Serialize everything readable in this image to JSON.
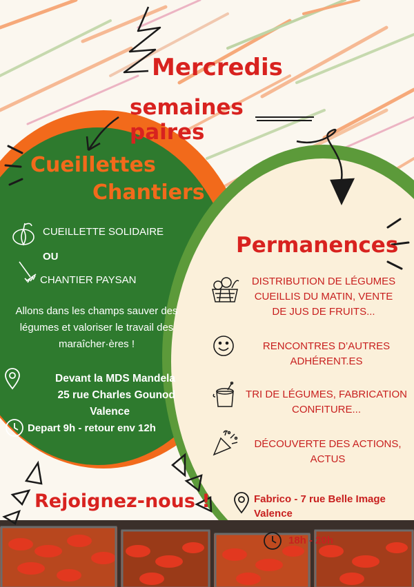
{
  "colors": {
    "accent_red": "#d8221f",
    "orange": "#f26a1b",
    "green_dark": "#2e7a2e",
    "green_light": "#5c9a3a",
    "cream": "#fbf0da"
  },
  "header": {
    "line1": "Mercredis",
    "line2": "semaines paires"
  },
  "left": {
    "title_line1": "Cueillettes",
    "title_line2": "Chantiers",
    "option1": "CUEILLETTE SOLIDAIRE",
    "or": "OU",
    "option2": "CHANTIER PAYSAN",
    "description": "Allons dans les champs sauver des légumes et valoriser le travail des maraîcher·ères !",
    "address_line1": "Devant la MDS Mandela",
    "address_line2": "25 rue Charles Gounod",
    "address_line3": "Valence",
    "time": "Depart 9h - retour  env 12h"
  },
  "right": {
    "title": "Permanences",
    "item1": "DISTRIBUTION DE LÉGUMES CUEILLIS DU MATIN, VENTE DE JUS DE FRUITS...",
    "item2": "RENCONTRES D’AUTRES ADHÉRENT.ES",
    "item3": "TRI DE LÉGUMES, FABRICATION CONFITURE...",
    "item4": "DÉCOUVERTE DES ACTIONS, ACTUS",
    "address_line1": "Fabrico - 7 rue Belle Image",
    "address_line2": "Valence",
    "time": "18h - 20h"
  },
  "footer": {
    "cta": "Rejoignez-nous !"
  },
  "icons": [
    "pumpkin-icon",
    "rake-icon",
    "location-pin-icon",
    "clock-icon",
    "vegetable-basket-icon",
    "smiley-icon",
    "jam-pot-icon",
    "party-popper-icon"
  ]
}
